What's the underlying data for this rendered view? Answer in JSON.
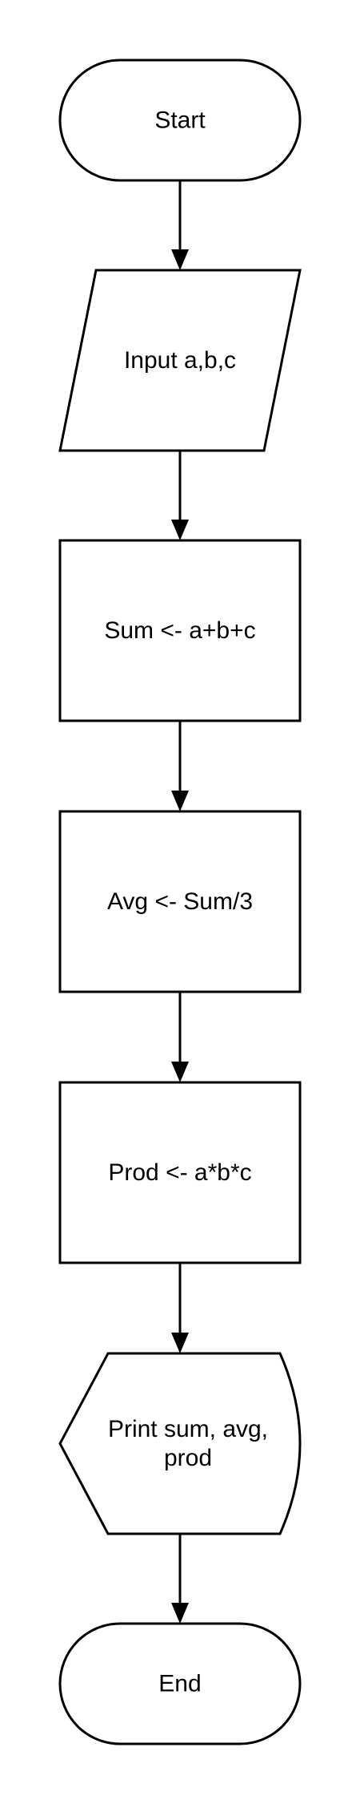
{
  "diagram": {
    "nodes": [
      {
        "id": "start",
        "shape": "terminator",
        "lines": [
          "Start"
        ]
      },
      {
        "id": "input",
        "shape": "data",
        "lines": [
          "Input a,b,c"
        ]
      },
      {
        "id": "sum",
        "shape": "process",
        "lines": [
          "Sum <- a+b+c"
        ]
      },
      {
        "id": "avg",
        "shape": "process",
        "lines": [
          "Avg <- Sum/3"
        ]
      },
      {
        "id": "prod",
        "shape": "process",
        "lines": [
          "Prod <- a*b*c"
        ]
      },
      {
        "id": "print",
        "shape": "display",
        "lines": [
          "Print sum, avg,",
          "prod"
        ]
      },
      {
        "id": "end",
        "shape": "terminator",
        "lines": [
          "End"
        ]
      }
    ],
    "edges": [
      {
        "from": "start",
        "to": "input"
      },
      {
        "from": "input",
        "to": "sum"
      },
      {
        "from": "sum",
        "to": "avg"
      },
      {
        "from": "avg",
        "to": "prod"
      },
      {
        "from": "prod",
        "to": "print"
      },
      {
        "from": "print",
        "to": "end"
      }
    ],
    "colors": {
      "stroke": "#000000",
      "fill": "#ffffff",
      "text": "#000000",
      "background": "#ffffff"
    }
  }
}
